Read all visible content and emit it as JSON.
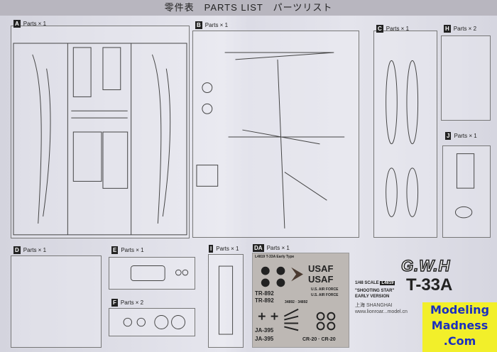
{
  "title": "零件表　PARTS LIST　パーツリスト",
  "panels": [
    {
      "key": "A",
      "label": "Parts × 1"
    },
    {
      "key": "B",
      "label": "Parts × 1"
    },
    {
      "key": "C",
      "label": "Parts × 1"
    },
    {
      "key": "H",
      "label": "Parts × 2"
    },
    {
      "key": "J",
      "label": "Parts × 1"
    },
    {
      "key": "D",
      "label": "Parts × 1"
    },
    {
      "key": "E",
      "label": "Parts × 1"
    },
    {
      "key": "F",
      "label": "Parts × 2"
    },
    {
      "key": "I",
      "label": "Parts × 1"
    },
    {
      "key": "DA",
      "label": "Parts × 1"
    }
  ],
  "decal": {
    "header": "L4819  T-33A Early Type",
    "usaf1": "USAF",
    "usaf2": "USAF",
    "usaf_long1": "U.S. AIR FORCE",
    "usaf_long2": "U.S. AIR FORCE",
    "tr1": "TR-892",
    "tr2": "TR-892",
    "serials": "34892 · 34892",
    "ja1": "JA-395",
    "ja2": "JA-395",
    "cr": "CR-20 · CR-20"
  },
  "box": {
    "brand": "G.W.H",
    "scale": "1/48 SCALE",
    "code": "L4819",
    "model": "T-33A",
    "subtitle1": "\"SHOOTING STAR\"",
    "subtitle2": "EARLY VERSION",
    "city": "上海 SHANGHAI",
    "web": "www.lionroar...model.cn"
  },
  "watermark": {
    "line1": "Modeling",
    "line2": "Madness",
    "line3": ".Com"
  }
}
